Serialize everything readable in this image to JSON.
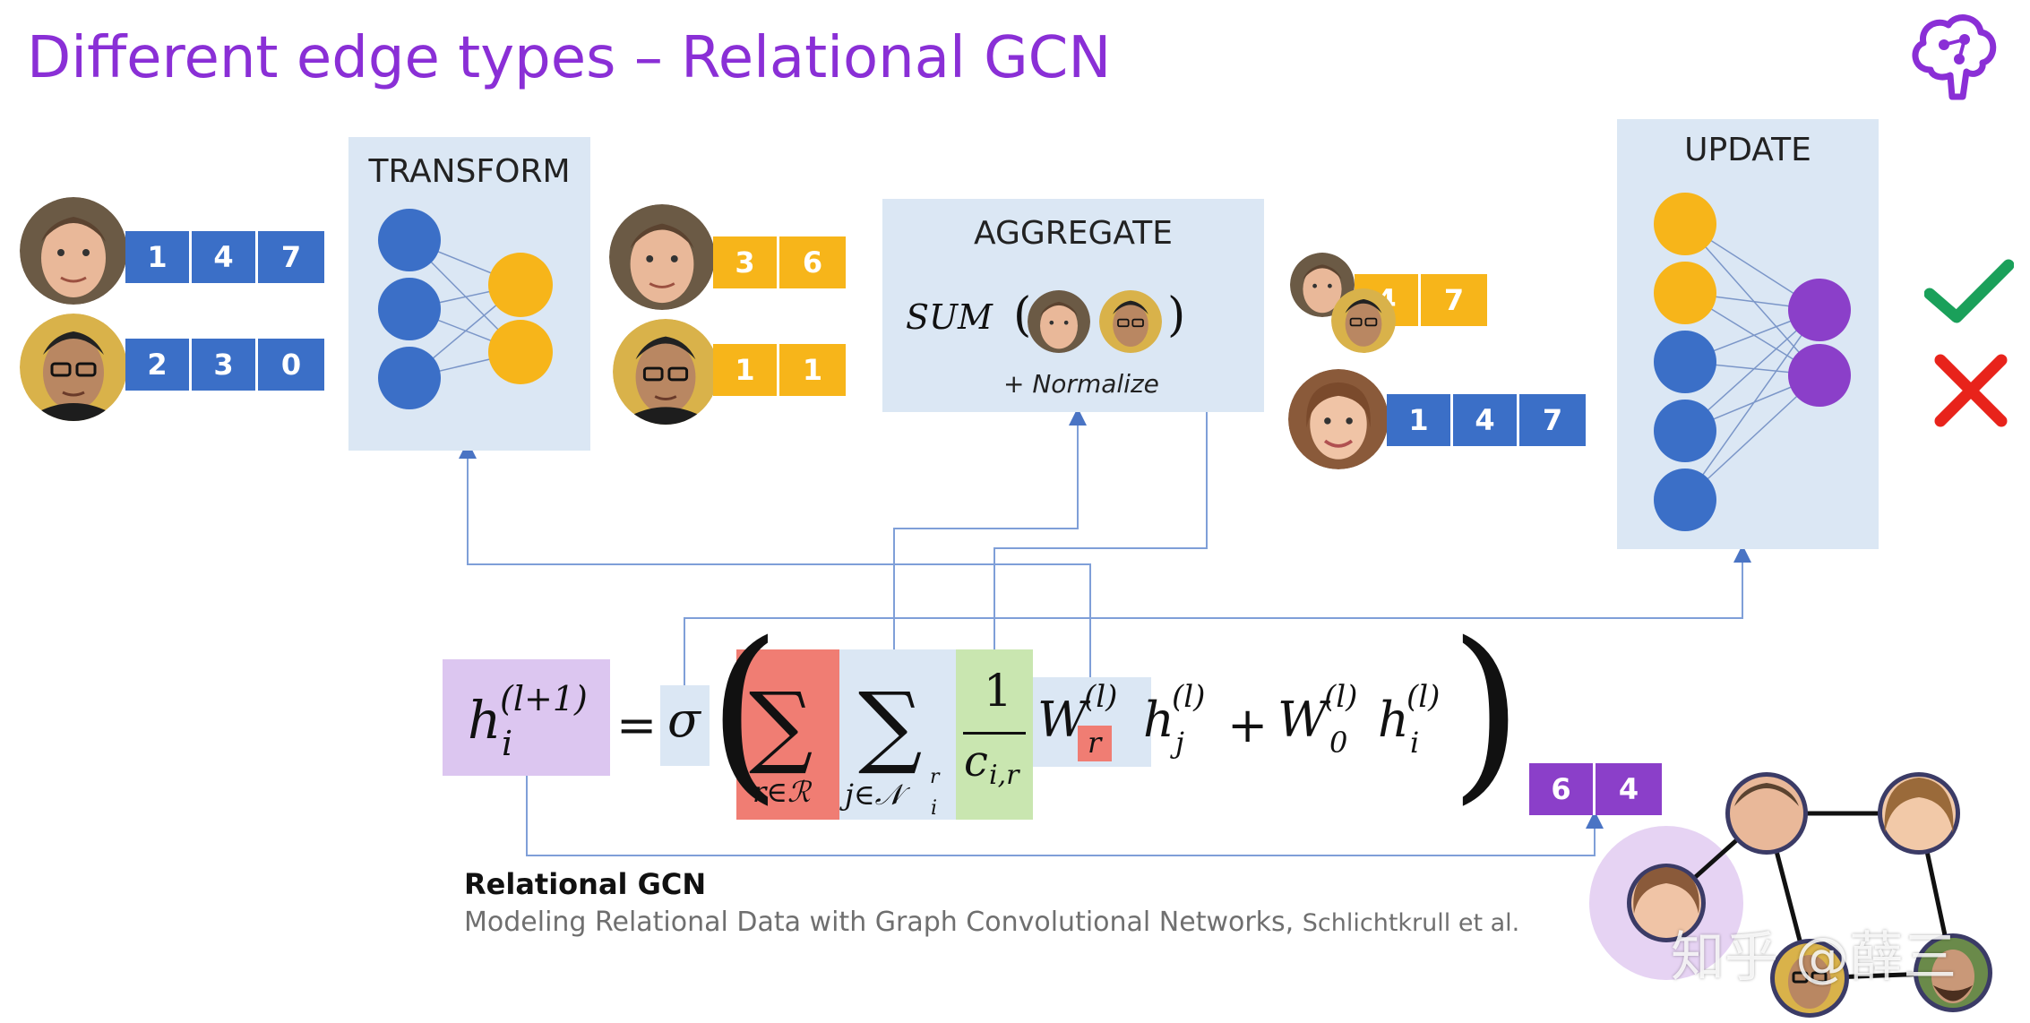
{
  "title": "Different edge types – Relational GCN",
  "colors": {
    "title": "#8a2fd6",
    "panel": "#dbe7f4",
    "blue": "#3b6fc7",
    "orange": "#f7b51a",
    "purple": "#8b3fc9",
    "check": "#1aa05a",
    "cross": "#e8231b",
    "arrow": "#4a74c4"
  },
  "transform": {
    "label": "TRANSFORM",
    "inputs": [
      {
        "face": "young-man",
        "values": [
          "1",
          "4",
          "7"
        ]
      },
      {
        "face": "man-with-glasses",
        "values": [
          "2",
          "3",
          "0"
        ]
      }
    ]
  },
  "transformed": [
    {
      "face": "young-man",
      "values": [
        "3",
        "6"
      ]
    },
    {
      "face": "man-with-glasses",
      "values": [
        "1",
        "1"
      ]
    }
  ],
  "aggregate": {
    "label": "AGGREGATE",
    "sum_label": "SUM",
    "open_paren": "(",
    "close_paren": ")",
    "normalize_label": "+ Normalize"
  },
  "aggregated": [
    {
      "faces": [
        "young-man",
        "man-with-glasses"
      ],
      "values": [
        "4",
        "7"
      ]
    },
    {
      "face": "woman",
      "values": [
        "1",
        "4",
        "7"
      ]
    }
  ],
  "update": {
    "label": "UPDATE"
  },
  "output": {
    "values": [
      "6",
      "4"
    ]
  },
  "icons": {
    "logo": "brain-icon",
    "valid": "check-icon",
    "invalid": "cross-icon"
  },
  "formula": {
    "h": "h",
    "sub_i": "i",
    "sup_l1": "(l+1)",
    "equals": "=",
    "sigma": "σ",
    "left_paren": "(",
    "right_paren": ")",
    "sum": "∑",
    "sum1_index": "r∈ℛ",
    "sum2_index": "j∈𝒩",
    "sum2_index_sup": "r",
    "sum2_index_sub": "i",
    "frac_num": "1",
    "frac_den": "c",
    "frac_den_sub": "i,r",
    "W": "W",
    "sup_l": "(l)",
    "w_sub": "r",
    "sub_j": "j",
    "plus": "+",
    "sub_0": "0"
  },
  "reference": {
    "title": "Relational GCN",
    "subtitle": "Modeling Relational Data with Graph Convolutional Networks,",
    "authors": "Schlichtkrull et al."
  },
  "graph": {
    "nodes": [
      "woman",
      "young-man",
      "woman-2",
      "man-with-glasses",
      "bearded-man"
    ]
  },
  "watermark": "知乎 @薛三"
}
